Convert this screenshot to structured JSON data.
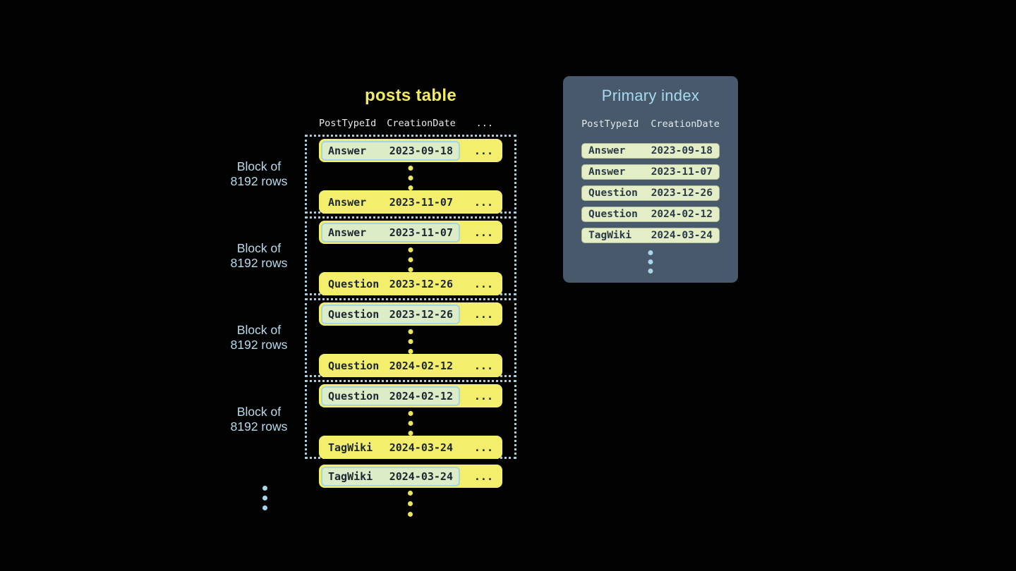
{
  "posts_table": {
    "title": "posts table",
    "headers": {
      "col1": "PostTypeId",
      "col2": "CreationDate",
      "col3": "..."
    },
    "ellipsis": "...",
    "block_label": {
      "line1": "Block of",
      "line2": "8192 rows"
    },
    "blocks": [
      {
        "first": {
          "type": "Answer",
          "date": "2023-09-18"
        },
        "last": {
          "type": "Answer",
          "date": "2023-11-07"
        }
      },
      {
        "first": {
          "type": "Answer",
          "date": "2023-11-07"
        },
        "last": {
          "type": "Question",
          "date": "2023-12-26"
        }
      },
      {
        "first": {
          "type": "Question",
          "date": "2023-12-26"
        },
        "last": {
          "type": "Question",
          "date": "2024-02-12"
        }
      },
      {
        "first": {
          "type": "Question",
          "date": "2024-02-12"
        },
        "last": {
          "type": "TagWiki",
          "date": "2024-03-24"
        }
      }
    ],
    "overflow_row": {
      "type": "TagWiki",
      "date": "2024-03-24"
    }
  },
  "primary_index": {
    "title": "Primary index",
    "headers": {
      "col1": "PostTypeId",
      "col2": "CreationDate"
    },
    "entries": [
      {
        "type": "Answer",
        "date": "2023-09-18"
      },
      {
        "type": "Answer",
        "date": "2023-11-07"
      },
      {
        "type": "Question",
        "date": "2023-12-26"
      },
      {
        "type": "Question",
        "date": "2024-02-12"
      },
      {
        "type": "TagWiki",
        "date": "2024-03-24"
      }
    ]
  },
  "colors": {
    "background": "#020202",
    "row_yellow": "#f3ee6b",
    "highlight_fill": "#dcecc6",
    "highlight_border": "#a5d6e4",
    "block_border": "#a5cedd",
    "title_yellow": "#f1ec60",
    "label_blue": "#b7dcee",
    "panel_bg": "#47596a",
    "panel_title_blue": "#a7d9ef",
    "pill_green": "#e4eec6",
    "dot_yellow": "#eae65c",
    "dot_blue": "#a8d5ea"
  }
}
